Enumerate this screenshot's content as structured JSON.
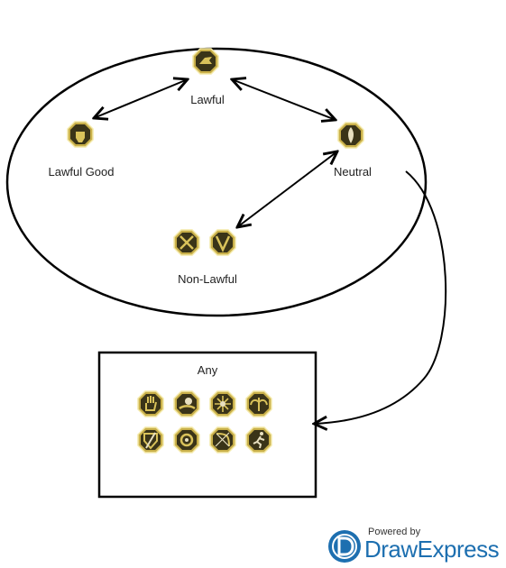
{
  "nodes": {
    "lawful": {
      "label": "Lawful",
      "icons": [
        "gauntlet-pointing-icon"
      ]
    },
    "lawful_good": {
      "label": "Lawful Good",
      "icons": [
        "raised-fist-icon"
      ]
    },
    "neutral": {
      "label": "Neutral",
      "icons": [
        "flame-figure-icon"
      ]
    },
    "non_lawful": {
      "label": "Non-Lawful",
      "icons": [
        "crossed-weapons-icon",
        "shield-chevron-icon"
      ]
    },
    "any": {
      "label": "Any",
      "icons": [
        "open-hand-icon",
        "hand-orb-icon",
        "burst-figure-icon",
        "winged-figure-icon",
        "shield-slash-icon",
        "sun-circle-icon",
        "bow-icon",
        "running-figure-icon"
      ]
    }
  },
  "colors": {
    "icon_gold": "#c9b04a",
    "icon_dark": "#3a3418",
    "icon_rim": "#f4e9a8",
    "line": "#000000",
    "brand_blue": "#1d6fb0"
  },
  "branding": {
    "powered_by": "Powered by",
    "name_part1": "Draw",
    "name_part2": "Express"
  }
}
